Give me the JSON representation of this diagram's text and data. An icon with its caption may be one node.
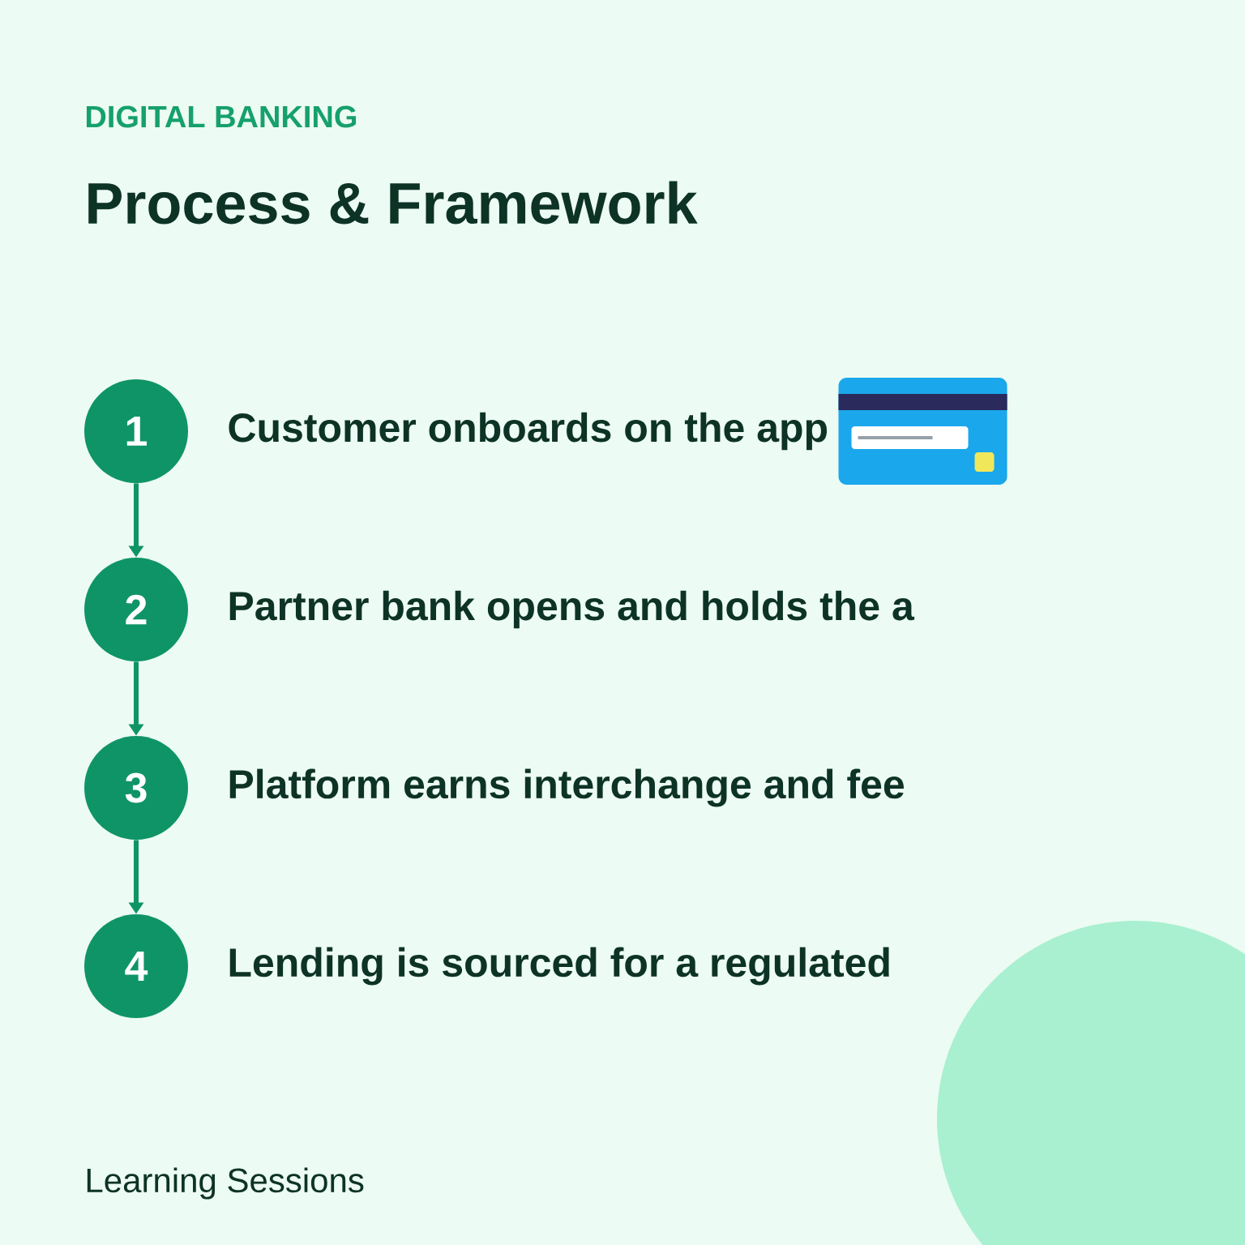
{
  "diagram": {
    "title": "Process & Framework",
    "nodes": [
      {
        "text": [
          "1"
        ],
        "beside": [
          "Customer onboards on the app"
        ]
      },
      {
        "text": [
          "2"
        ],
        "beside": [
          "Partner bank opens and holds the a"
        ]
      },
      {
        "text": [
          "3"
        ],
        "beside": [
          "Platform earns interchange and fee"
        ]
      },
      {
        "text": [
          "4"
        ],
        "beside": [
          "Lending is sourced for a regulated"
        ]
      }
    ],
    "edges": [
      {
        "from": 0,
        "to": 1,
        "arrow": "to"
      },
      {
        "from": 1,
        "to": 2,
        "arrow": "to"
      },
      {
        "from": 2,
        "to": 3,
        "arrow": "to"
      }
    ],
    "labels": [
      "DIGITAL BANKING",
      "Learning Sessions"
    ]
  }
}
